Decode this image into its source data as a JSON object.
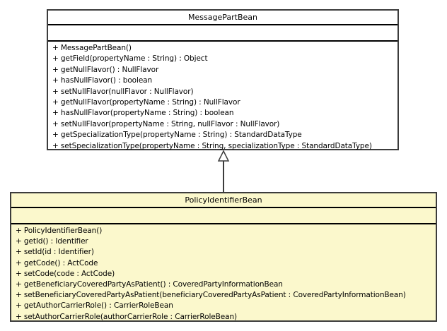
{
  "parent_class": {
    "name": "MessagePartBean",
    "attributes": [],
    "methods": [
      "+ MessagePartBean()",
      "+ getField(propertyName : String) : Object",
      "+ getNullFlavor() : NullFlavor",
      "+ hasNullFlavor() : boolean",
      "+ setNullFlavor(nullFlavor : NullFlavor)",
      "+ getNullFlavor(propertyName : String) : NullFlavor",
      "+ hasNullFlavor(propertyName : String) : boolean",
      "+ setNullFlavor(propertyName : String, nullFlavor : NullFlavor)",
      "+ getSpecializationType(propertyName : String) : StandardDataType",
      "+ setSpecializationType(propertyName : String, specializationType : StandardDataType)"
    ]
  },
  "child_class": {
    "name": "PolicyIdentifierBean",
    "attributes": [],
    "methods": [
      "+ PolicyIdentifierBean()",
      "+ getId() : Identifier",
      "+ setId(id : Identifier)",
      "+ getCode() : ActCode",
      "+ setCode(code : ActCode)",
      "+ getBeneficiaryCoveredPartyAsPatient() : CoveredPartyInformationBean",
      "+ setBeneficiaryCoveredPartyAsPatient(beneficiaryCoveredPartyAsPatient : CoveredPartyInformationBean)",
      "+ getAuthorCarrierRole() : CarrierRoleBean",
      "+ setAuthorCarrierRole(authorCarrierRole : CarrierRoleBean)"
    ]
  },
  "relationship": {
    "type": "generalization",
    "from": "PolicyIdentifierBean",
    "to": "MessagePartBean"
  },
  "colors": {
    "parent_fill": "#FFFFFF",
    "child_fill": "#FBF8CC",
    "border": "#3C3C3C",
    "separator": "#000000"
  }
}
